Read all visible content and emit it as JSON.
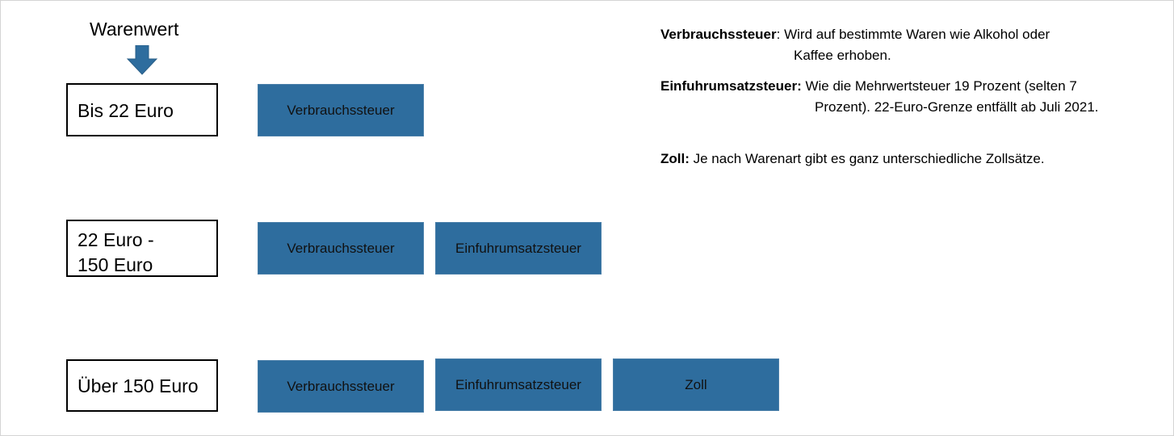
{
  "header": {
    "label": "Warenwert"
  },
  "ranges": [
    {
      "label": "Bis 22 Euro",
      "taxes": [
        "Verbrauchssteuer"
      ]
    },
    {
      "label_line1": "22 Euro -",
      "label_line2": "150 Euro",
      "taxes": [
        "Verbrauchssteuer",
        "Einfuhrumsatzsteuer"
      ]
    },
    {
      "label": "Über 150 Euro",
      "taxes": [
        "Verbrauchssteuer",
        "Einfuhrumsatzsteuer",
        "Zoll"
      ]
    }
  ],
  "legend": [
    {
      "term": "Verbrauchssteuer",
      "line1": ": Wird auf bestimmte Waren wie Alkohol oder",
      "line2": "Kaffee erhoben."
    },
    {
      "term": "Einfuhrumsatzsteuer:",
      "line1": " Wie die Mehrwertsteuer 19 Prozent (selten 7",
      "line2": "Prozent). 22-Euro-Grenze entfällt ab Juli 2021."
    },
    {
      "term": "Zoll:",
      "line1": " Je nach Warenart gibt es ganz unterschiedliche Zollsätze."
    }
  ],
  "colors": {
    "box_fill": "#2e6d9e",
    "arrow_fill": "#2e6d9e"
  },
  "icons": {
    "arrow": "down-arrow-icon"
  }
}
